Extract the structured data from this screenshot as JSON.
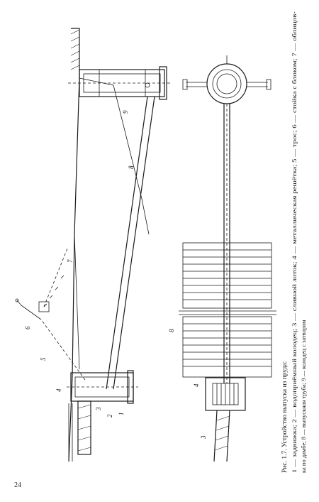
{
  "page_number": "24",
  "caption": {
    "title": "Рис. 1.7. Устройство выпуска из пруда:",
    "legend_line1": "1 — задвижка; 2 — водоприёмный колодец; 3 — сливной лоток; 4 — металлическая решётка; 5 — трос; 6 — стойка с блоком; 7 — облицов-",
    "legend_line2": "ка по дамбе; 8 — выпускная труба; 9 — колодец с затвором"
  },
  "labels": {
    "l1": "1",
    "l2": "2",
    "l3": "3",
    "l4": "4",
    "l5": "5",
    "l6": "6",
    "l7": "7",
    "l8": "8",
    "l9": "9",
    "p3": "3",
    "p4": "4",
    "p8": "8"
  }
}
